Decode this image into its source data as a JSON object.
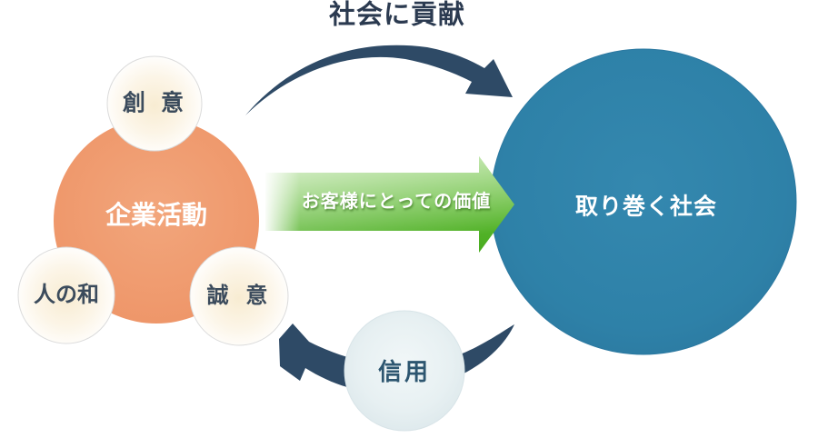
{
  "diagram": {
    "title": "社会に貢献",
    "flow_arrow_label": "お客様にとっての価値",
    "company_circle": {
      "label": "企業活動"
    },
    "society_circle": {
      "label": "取り巻く社会"
    },
    "trust_circle": {
      "label": "信用"
    },
    "satellites": [
      {
        "label": "創 意"
      },
      {
        "label": "人の和"
      },
      {
        "label": "誠 意"
      }
    ],
    "colors": {
      "company_orange": "#EF9B6E",
      "society_blue": "#2E82A9",
      "trust_light_blue": "#E4EEF1",
      "arrow_navy": "#2E4A66",
      "value_green": "#53B42A",
      "title_text": "#2B3A50",
      "satellite_text": "#3B4B5C",
      "trust_text": "#2D5670"
    }
  }
}
